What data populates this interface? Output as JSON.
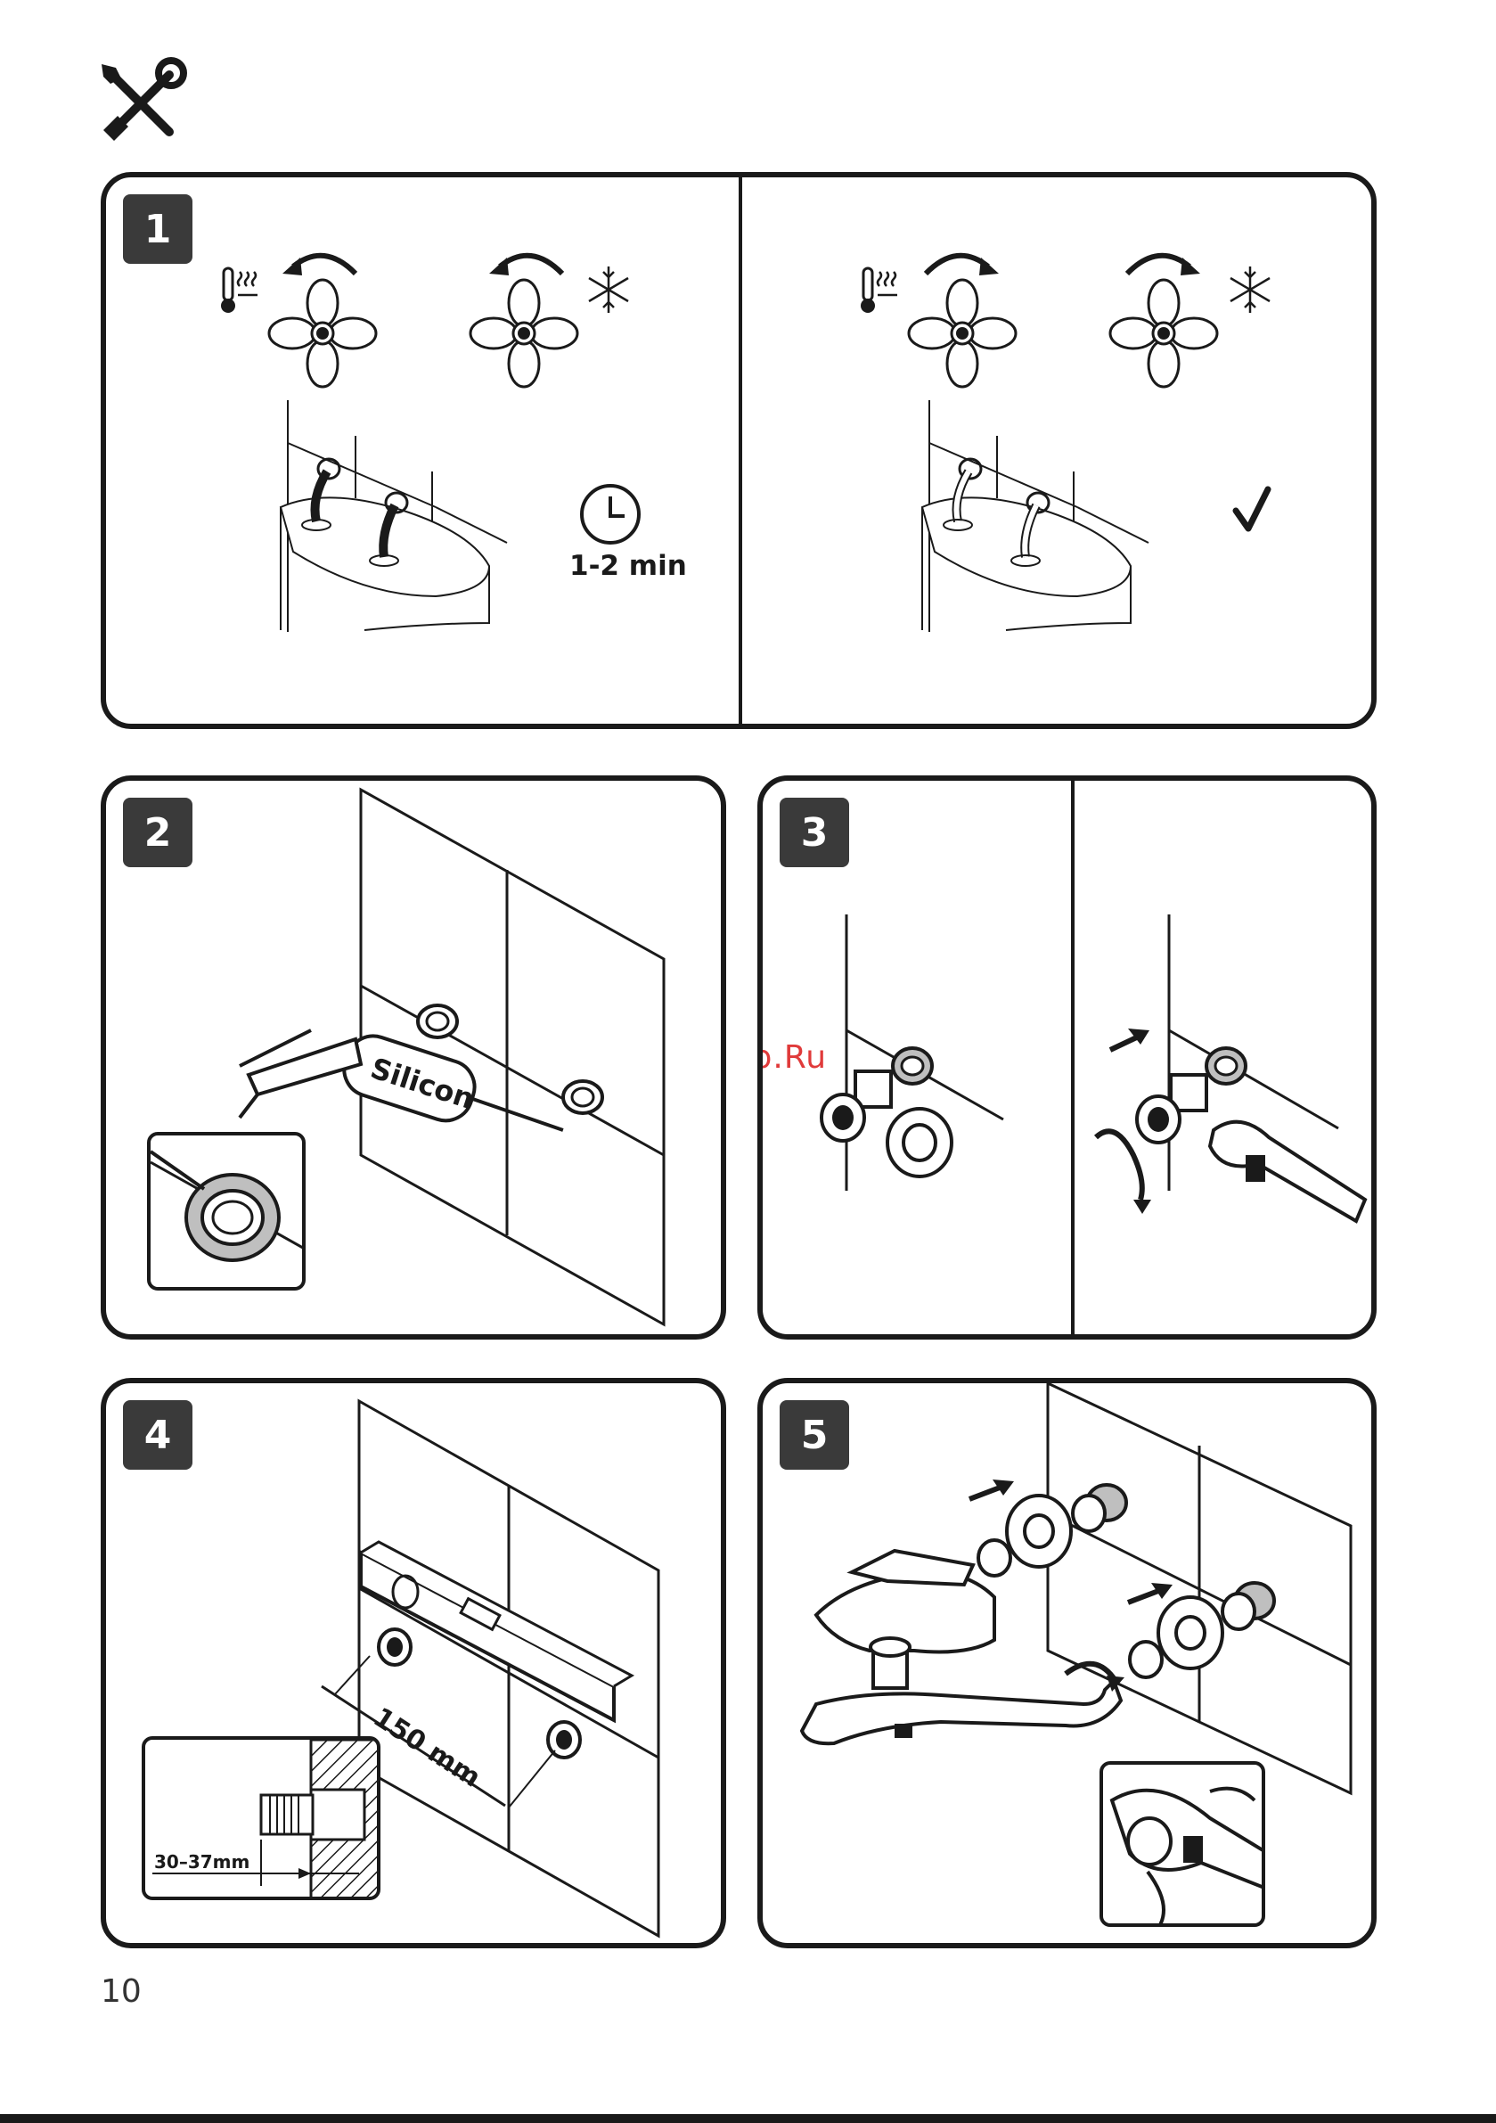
{
  "steps": [
    {
      "number": "1"
    },
    {
      "number": "2"
    },
    {
      "number": "3"
    },
    {
      "number": "4"
    },
    {
      "number": "5"
    }
  ],
  "step1": {
    "time_label": "1-2 min",
    "check_mark": "✓"
  },
  "step2": {
    "tube_label": "Silicon"
  },
  "step4": {
    "distance_label": "150 mm",
    "depth_label": "30–37mm"
  },
  "watermark": "McGrp.Ru",
  "page_number": "10",
  "icons": [
    "tools-icon",
    "hot-water-icon",
    "cold-water-icon",
    "clock-icon",
    "checkmark-icon"
  ],
  "colors": {
    "ink": "#1a1a1a",
    "badge": "#3a3a3a",
    "watermark": "#e03a3a"
  }
}
